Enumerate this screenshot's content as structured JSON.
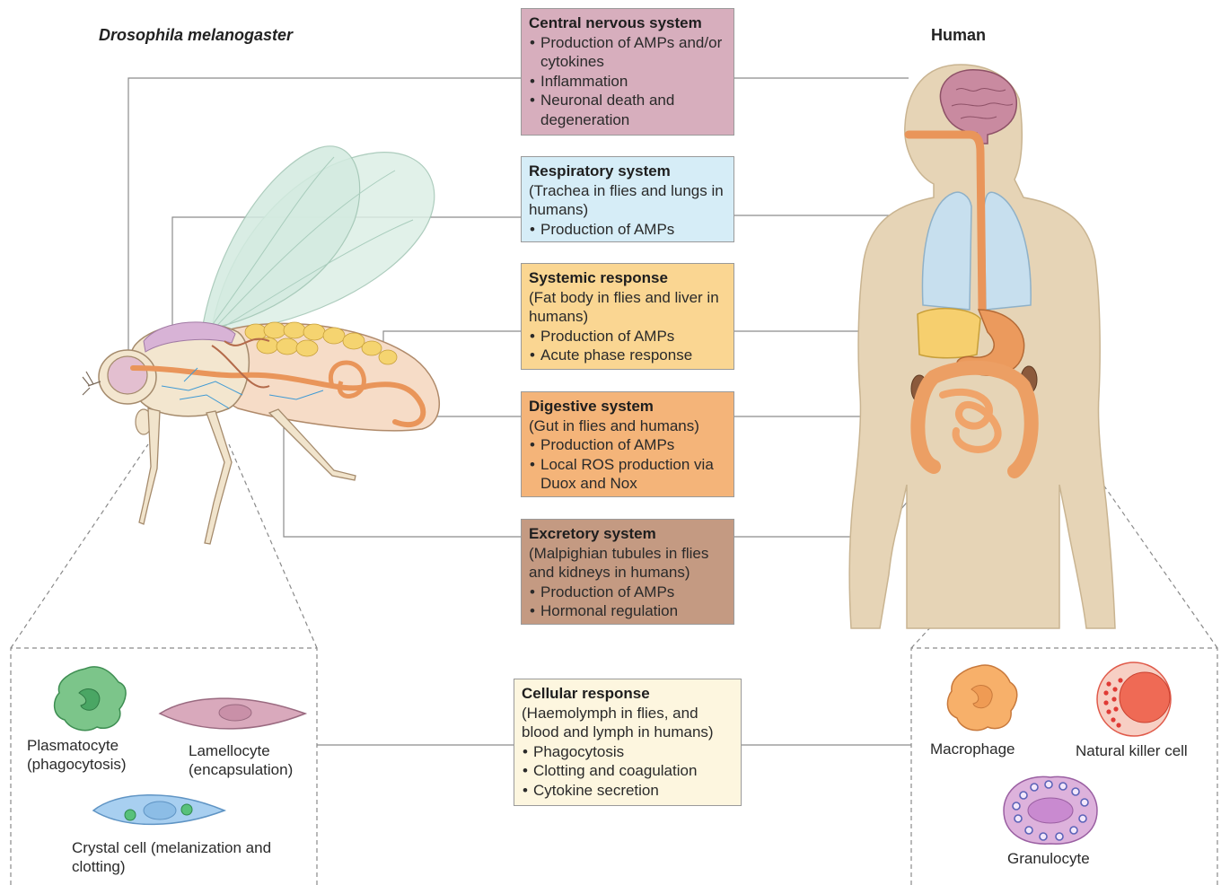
{
  "headers": {
    "fly": "Drosophila melanogaster",
    "human": "Human"
  },
  "boxes": {
    "cns": {
      "title": "Central nervous system",
      "note": "",
      "items": [
        "Production of AMPs and/or cytokines",
        "Inflammation",
        "Neuronal death and degeneration"
      ],
      "color": "#d7aebd"
    },
    "respiratory": {
      "title": "Respiratory system",
      "note": "(Trachea in flies and lungs in humans)",
      "items": [
        "Production of AMPs"
      ],
      "color": "#d6edf7"
    },
    "systemic": {
      "title": "Systemic response",
      "note": "(Fat body in flies and liver in humans)",
      "items": [
        "Production of AMPs",
        "Acute phase response"
      ],
      "color": "#fad692"
    },
    "digestive": {
      "title": "Digestive system",
      "note": "(Gut in flies and humans)",
      "items": [
        "Production of AMPs",
        "Local ROS production via Duox and Nox"
      ],
      "color": "#f4b479"
    },
    "excretory": {
      "title": "Excretory system",
      "note": "(Malpighian tubules in flies and kidneys in humans)",
      "items": [
        "Production of AMPs",
        "Hormonal regulation"
      ],
      "color": "#c49a82"
    },
    "cellular": {
      "title": "Cellular response",
      "note": "(Haemolymph in flies, and blood and lymph in humans)",
      "items": [
        "Phagocytosis",
        "Clotting and coagulation",
        "Cytokine secretion"
      ],
      "color": "#fdf6df"
    }
  },
  "fly_cells": {
    "plasmatocyte": "Plasmatocyte (phagocytosis)",
    "lamellocyte": "Lamellocyte (encapsulation)",
    "crystal": "Crystal cell (melanization and clotting)"
  },
  "human_cells": {
    "macrophage": "Macrophage",
    "nk": "Natural killer cell",
    "granulocyte": "Granulocyte"
  }
}
